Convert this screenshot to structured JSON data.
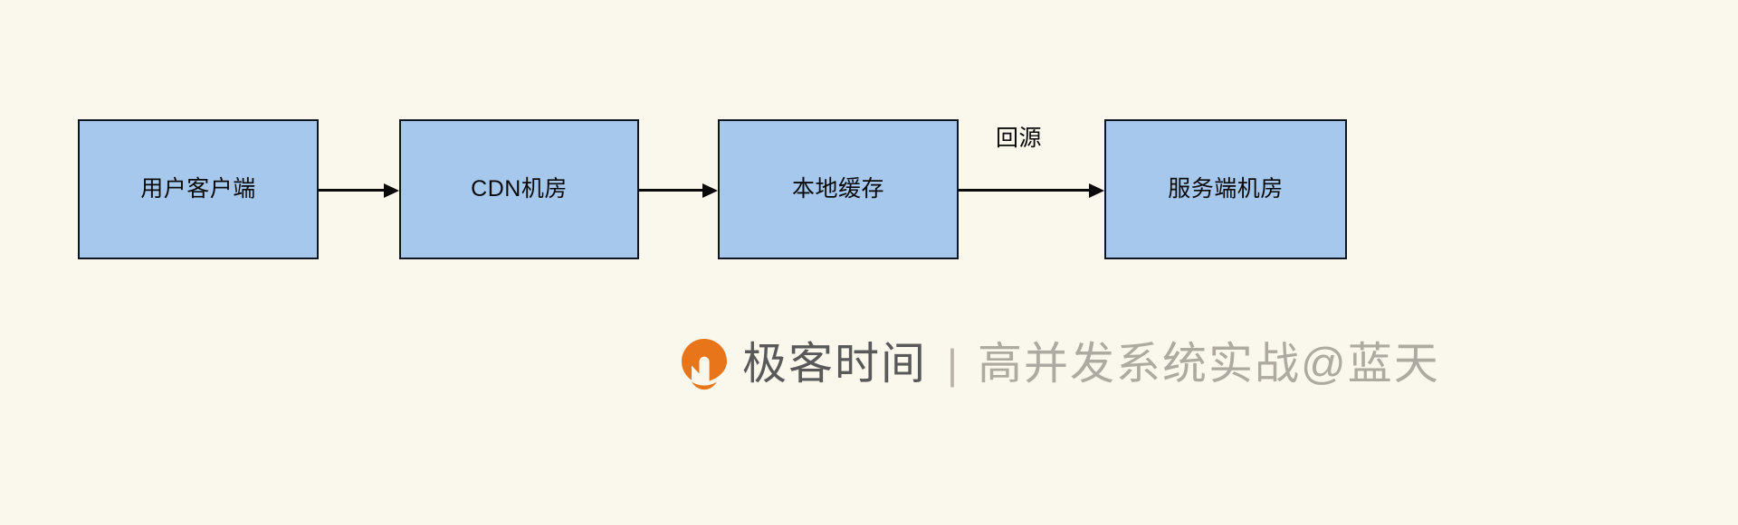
{
  "diagram": {
    "background_color": "#faf7ec",
    "node_fill_color": "#a6c8ec",
    "node_border_color": "#10161f",
    "nodes": [
      {
        "id": "user-client",
        "label": "用户客户端"
      },
      {
        "id": "cdn-idc",
        "label": "CDN机房"
      },
      {
        "id": "local-cache",
        "label": "本地缓存"
      },
      {
        "id": "server-idc",
        "label": "服务端机房"
      }
    ],
    "edges": [
      {
        "id": "edge-user-to-cdn",
        "label": ""
      },
      {
        "id": "edge-cdn-to-local-cache",
        "label": ""
      },
      {
        "id": "edge-local-cache-to-server",
        "label": "回源"
      }
    ]
  },
  "watermark": {
    "logo_icon": "geektime-q-logo-icon",
    "logo_color": "#e8751a",
    "brand": "极客时间",
    "separator": "|",
    "course": "高并发系统实战@蓝天",
    "brand_color": "#595959",
    "course_color": "#adaaa2"
  }
}
